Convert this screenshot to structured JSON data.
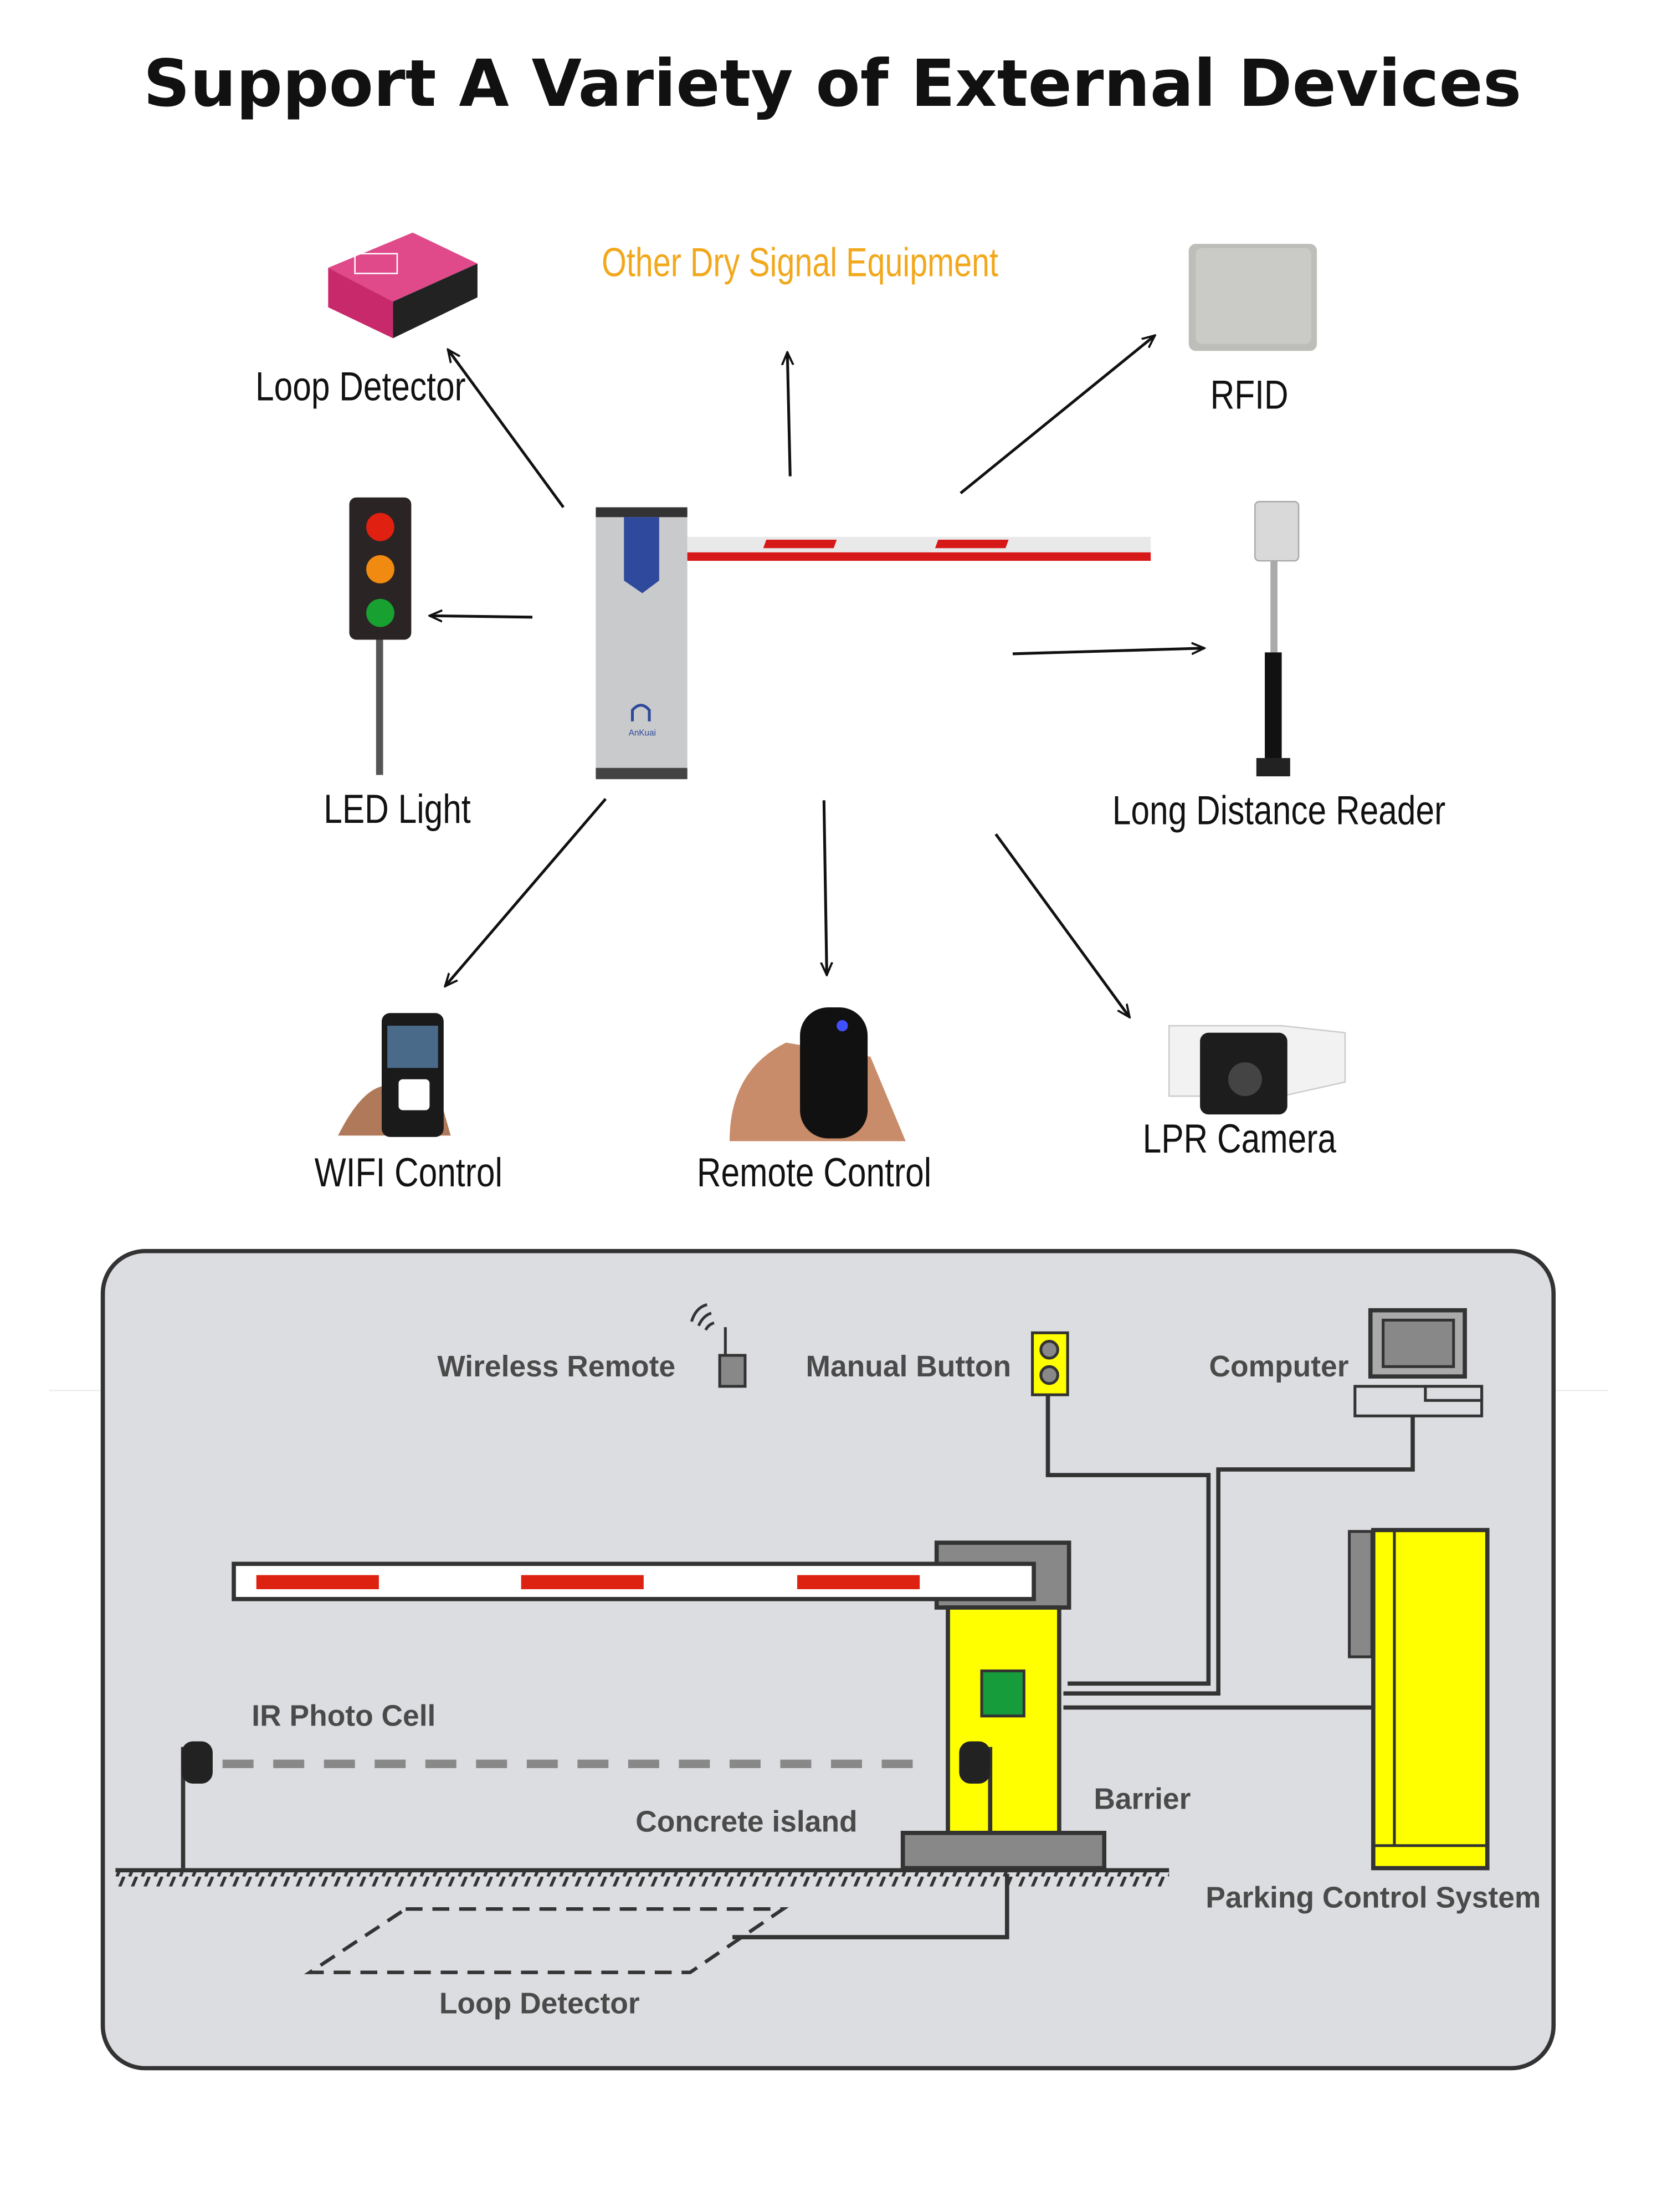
{
  "title": "Support A Variety of External Devices",
  "devices": {
    "loop_detector": "Loop Detector",
    "other_dry_signal": "Other Dry Signal Equipment",
    "rfid": "RFID",
    "led_light": "LED Light",
    "long_distance_reader": "Long Distance Reader",
    "wifi_control": "WIFI Control",
    "remote_control": "Remote Control",
    "lpr_camera": "LPR Camera"
  },
  "barrier_brand": "AnKuai",
  "diagram": {
    "wireless_remote": "Wireless Remote",
    "manual_button": "Manual Button",
    "computer": "Computer",
    "ir_photo_cell": "IR Photo Cell",
    "concrete_island": "Concrete island",
    "barrier": "Barrier",
    "parking_control_system": "Parking Control System",
    "loop_detector": "Loop Detector"
  },
  "colors": {
    "highlight_text": "#f2a81d",
    "barrier_yellow": "#ffff00",
    "stripe_red": "#dd2211",
    "panel_bg": "#dcdde0",
    "barrier_brand_blue": "#2f4a9c"
  }
}
